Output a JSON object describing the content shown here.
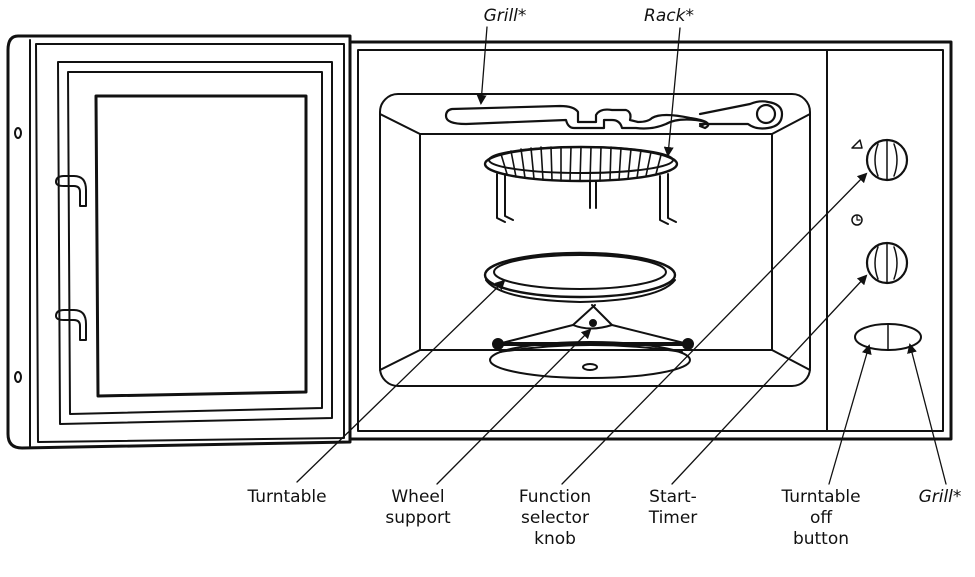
{
  "colors": {
    "line": "#111111",
    "background": "#ffffff",
    "shade": "#9a9a9a"
  },
  "icons": {
    "function_symbol": "power-level-icon",
    "timer_symbol": "clock-icon"
  },
  "labels": {
    "grill_top": "Grill*",
    "rack": "Rack*",
    "turntable": "Turntable",
    "wheel_support": {
      "line1": "Wheel",
      "line2": "support"
    },
    "function_selector": {
      "line1": "Function",
      "line2": "selector",
      "line3": "knob"
    },
    "start_timer": {
      "line1": "Start-",
      "line2": "Timer"
    },
    "turntable_off": {
      "line1": "Turntable",
      "line2": "off",
      "line3": "button"
    },
    "grill_button": "Grill*"
  }
}
